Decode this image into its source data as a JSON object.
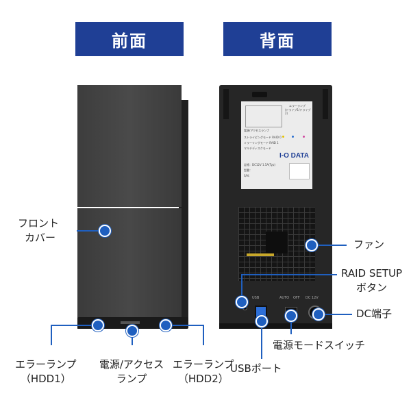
{
  "headers": {
    "front": "前面",
    "back": "背面"
  },
  "labels": {
    "front_cover_l1": "フロント",
    "front_cover_l2": "カバー",
    "error_lamp_1_l1": "エラーランプ",
    "error_lamp_1_l2": "（HDD1）",
    "power_access_l1": "電源/アクセス",
    "power_access_l2": "ランプ",
    "error_lamp_2_l1": "エラーランプ",
    "error_lamp_2_l2": "（HDD2）",
    "fan": "ファン",
    "raid_setup_l1": "RAID SETUP",
    "raid_setup_l2": "ボタン",
    "dc_jack": "DC端子",
    "power_mode_switch": "電源モードスイッチ",
    "usb_port": "USBポート"
  },
  "sticker": {
    "brand": "I-O DATA",
    "error_lamp_title": "エラーランプ",
    "drive_row": "(ドライブ1/ドライブ2)",
    "power_access_title": "電源/アクセスランプ",
    "mode1": "ストライピングモード RAID 0",
    "mode2": "ミラーリングモード RAID 1",
    "mode3": "マルチディスクモード",
    "rating": "定格：DC12V 1.5A(Typ)",
    "model": "型番：",
    "serial": "S/N："
  },
  "rear_panel": {
    "usb": "USB",
    "auto": "AUTO",
    "off": "OFF",
    "dc": "DC 12V"
  },
  "colors": {
    "banner": "#1f3f95",
    "callout": "#1f5fbf"
  }
}
